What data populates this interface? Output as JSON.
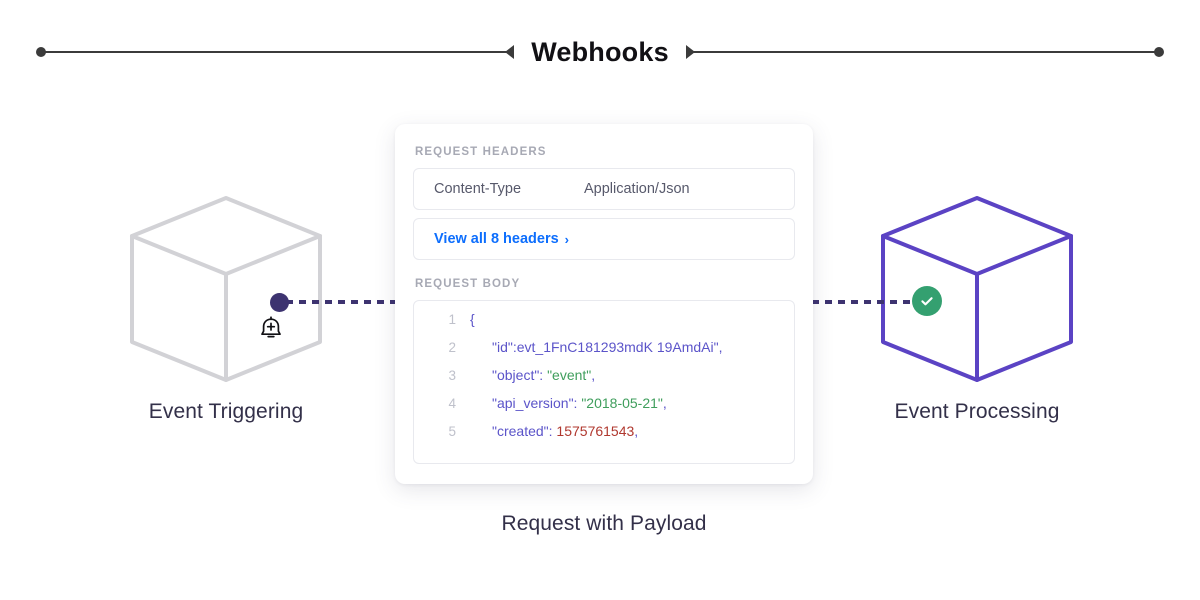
{
  "header": {
    "title": "Webhooks",
    "left_rule_endcap": "dot",
    "left_rule_arrow": "arrow-left-icon",
    "right_rule_arrow": "arrow-right-icon",
    "right_rule_endcap": "dot",
    "rule_color": "#3b3b3b"
  },
  "nodes": {
    "left": {
      "label": "Event Triggering",
      "cube_color": "#d2d2d6",
      "badge_icon": "bell-plus-icon",
      "dot_color": "#3d3370"
    },
    "right": {
      "label": "Event Processing",
      "cube_color": "#5b43c4",
      "badge_icon": "check-circle-icon",
      "badge_color": "#34a070"
    }
  },
  "connectors": {
    "color": "#3d3370",
    "style": "dotted"
  },
  "card": {
    "caption": "Request with Payload",
    "headers_section": {
      "label": "REQUEST HEADERS",
      "rows": [
        {
          "key": "Content-Type",
          "value": "Application/Json"
        }
      ],
      "view_all_link": "View all 8 headers",
      "view_all_chevron": "chevron-right-icon",
      "link_color": "#0d6efd"
    },
    "body_section": {
      "label": "REQUEST BODY",
      "lines": [
        {
          "num": "1",
          "indent": 0,
          "tokens": [
            {
              "t": "{",
              "c": "pun"
            }
          ]
        },
        {
          "num": "2",
          "indent": 1,
          "tokens": [
            {
              "t": "\"id\":evt_1FnC181293mdK 19AmdAi\",",
              "c": "key"
            }
          ]
        },
        {
          "num": "3",
          "indent": 1,
          "tokens": [
            {
              "t": "\"object\": ",
              "c": "key"
            },
            {
              "t": "\"event\"",
              "c": "str"
            },
            {
              "t": ",",
              "c": "key"
            }
          ]
        },
        {
          "num": "4",
          "indent": 1,
          "tokens": [
            {
              "t": "\"api_version\": ",
              "c": "key"
            },
            {
              "t": "\"2018-05-21\"",
              "c": "str"
            },
            {
              "t": ",",
              "c": "key"
            }
          ]
        },
        {
          "num": "5",
          "indent": 1,
          "tokens": [
            {
              "t": "\"created\": ",
              "c": "key"
            },
            {
              "t": "1575761543",
              "c": "num"
            },
            {
              "t": ",",
              "c": "key"
            }
          ]
        }
      ]
    }
  }
}
